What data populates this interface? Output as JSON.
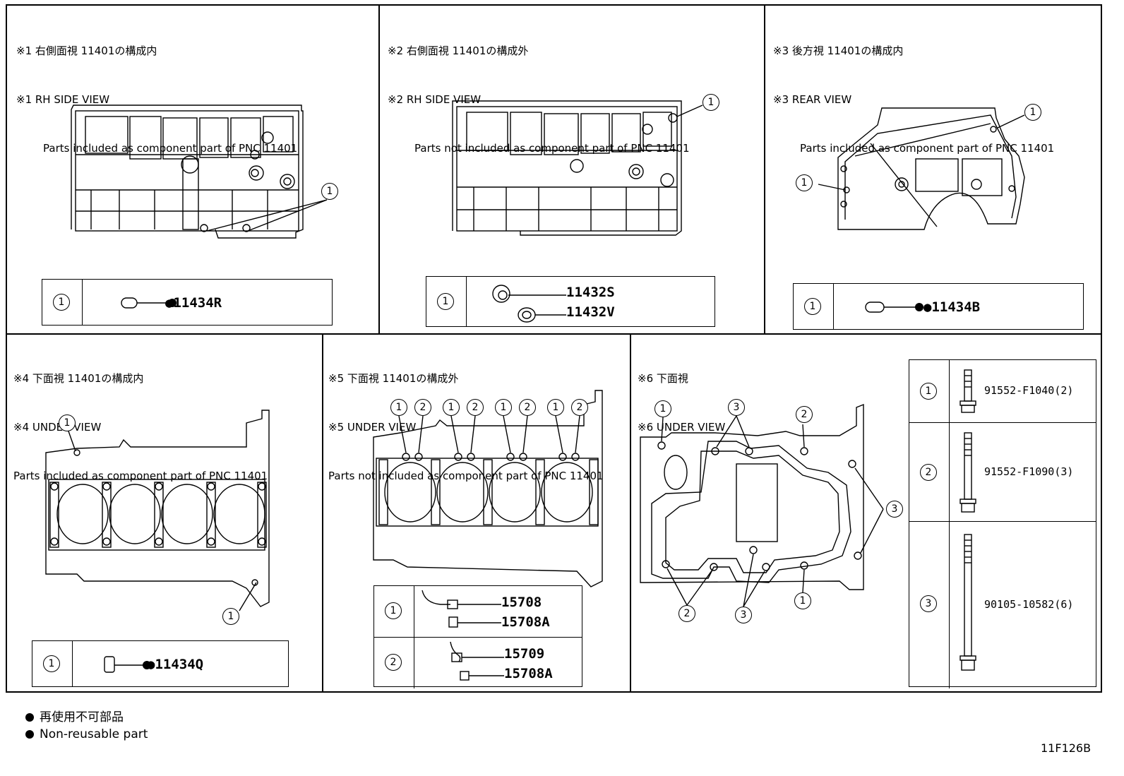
{
  "panels": {
    "p1": {
      "title_jp": "※1 右側面視 11401の構成内",
      "title_en": "※1 RH SIDE VIEW",
      "desc": "Parts included as component part of PNC 11401",
      "callout": "1",
      "row_num": "1",
      "part": "●11434R"
    },
    "p2": {
      "title_jp": "※2 右側面視 11401の構成外",
      "title_en": "※2 RH SIDE VIEW",
      "desc": "Parts not included as component part of PNC 11401",
      "callout": "1",
      "row_num": "1",
      "parts": [
        "11432S",
        "11432V"
      ]
    },
    "p3": {
      "title_jp": "※3 後方視 11401の構成内",
      "title_en": "※3 REAR VIEW",
      "desc": "Parts included as component part of PNC 11401",
      "callout": "1",
      "row_num": "1",
      "part": "●11434B"
    },
    "p4": {
      "title_jp": "※4 下面視 11401の構成内",
      "title_en": "※4 UNDER VIEW",
      "desc": "Parts included as component part of PNC 11401",
      "callout": "1",
      "row_num": "1",
      "part": "●11434Q"
    },
    "p5": {
      "title_jp": "※5 下面視 11401の構成外",
      "title_en": "※5 UNDER VIEW",
      "desc": "Parts not included as component part of PNC 11401",
      "callouts": [
        "1",
        "2",
        "1",
        "2",
        "1",
        "2",
        "1",
        "2"
      ],
      "rows": [
        {
          "num": "1",
          "parts": [
            "15708",
            "15708A"
          ]
        },
        {
          "num": "2",
          "parts": [
            "15709",
            "15708A"
          ]
        }
      ]
    },
    "p6": {
      "title_jp": "※6 下面視",
      "title_en": "※6 UNDER VIEW",
      "callouts": [
        "1",
        "3",
        "2",
        "3",
        "2",
        "3",
        "1"
      ],
      "rows": [
        {
          "num": "1",
          "part": "91552-F1040(2)"
        },
        {
          "num": "2",
          "part": "91552-F1090(3)"
        },
        {
          "num": "3",
          "part": "90105-10582(6)"
        }
      ]
    }
  },
  "legend": {
    "jp": "再使用不可部品",
    "en": "Non-reusable part"
  },
  "code": "11F126B"
}
